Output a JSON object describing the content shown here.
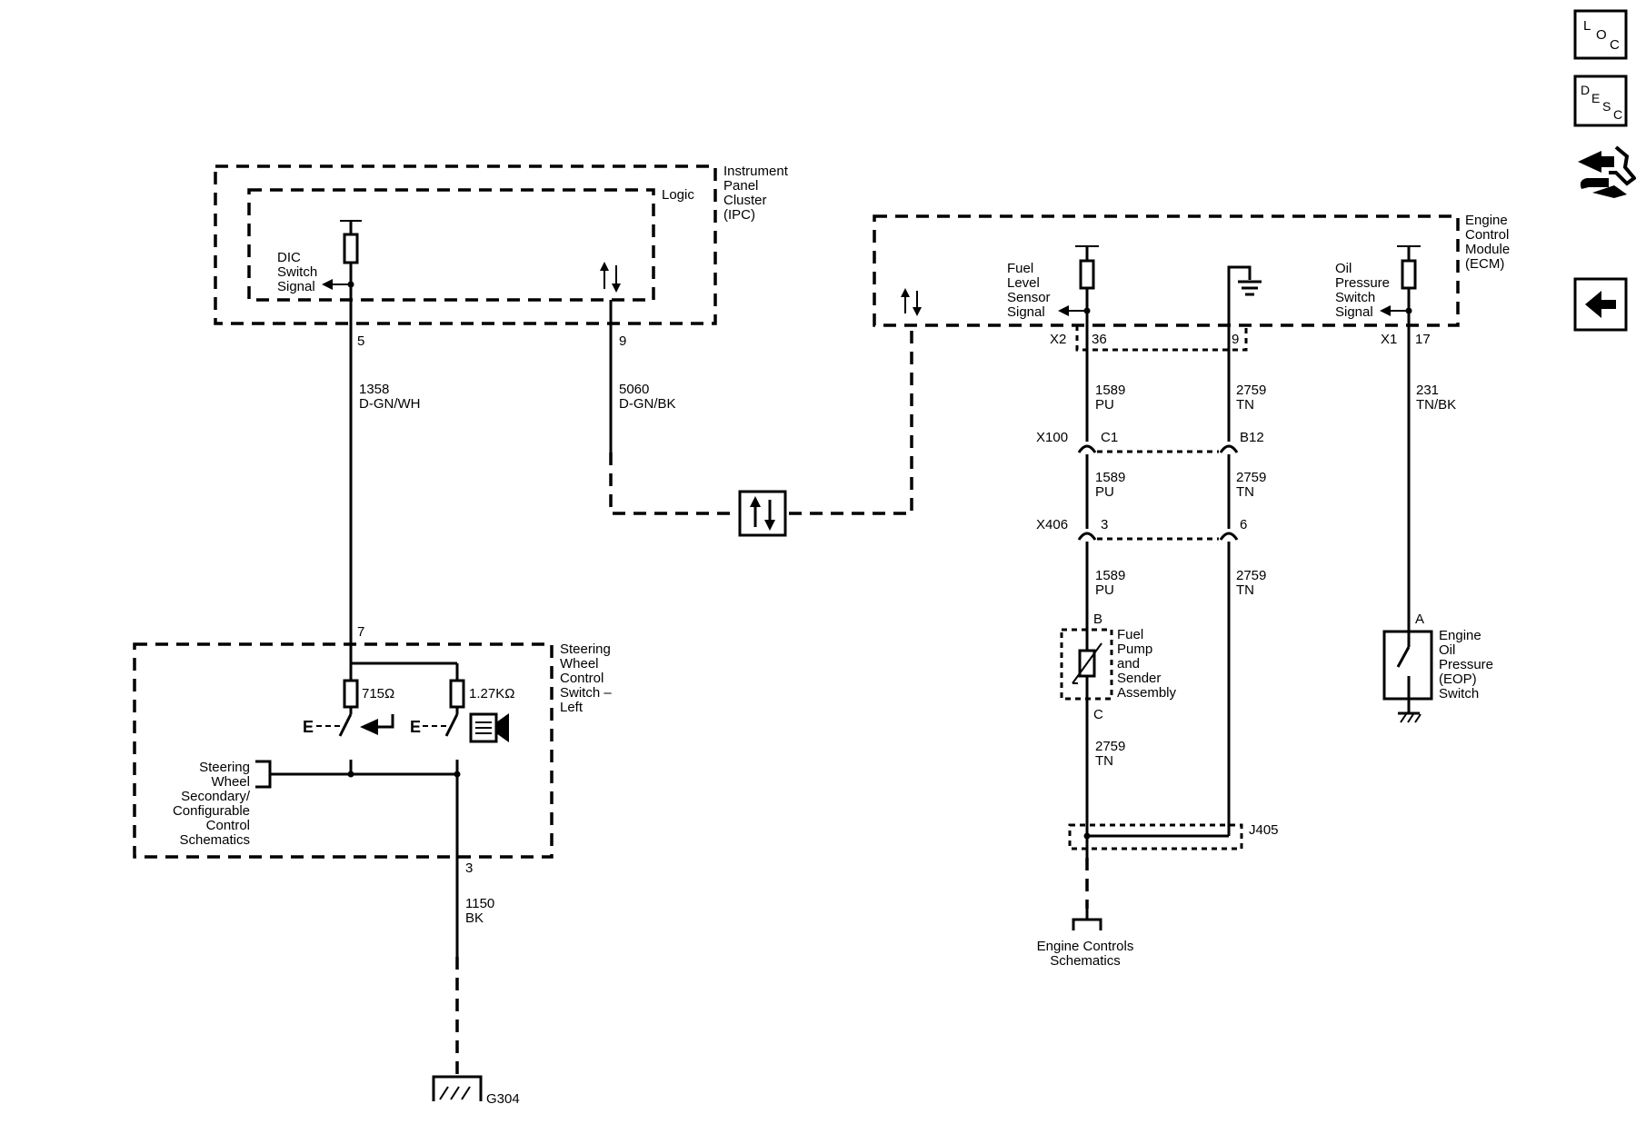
{
  "ipc": {
    "name": [
      "Instrument",
      "Panel",
      "Cluster",
      "(IPC)"
    ],
    "logic": "Logic",
    "signal": [
      "DIC",
      "Switch",
      "Signal"
    ],
    "pin_a": "5",
    "pin_b": "9",
    "wire_a": {
      "circuit": "1358",
      "color": "D-GN/WH"
    },
    "wire_b": {
      "circuit": "5060",
      "color": "D-GN/BK"
    }
  },
  "swc": {
    "name": [
      "Steering",
      "Wheel",
      "Control",
      "Switch –",
      "Left"
    ],
    "pin_top": "7",
    "pin_bottom": "3",
    "r1": "715Ω",
    "r2": "1.27KΩ",
    "e1": "E",
    "e2": "E",
    "secondary": [
      "Steering",
      "Wheel",
      "Secondary/",
      "Configurable",
      "Control",
      "Schematics"
    ],
    "ground_wire": {
      "circuit": "1150",
      "color": "BK"
    },
    "ground": "G304"
  },
  "ecm": {
    "name": [
      "Engine",
      "Control",
      "Module",
      "(ECM)"
    ],
    "fuel_signal": [
      "Fuel",
      "Level",
      "Sensor",
      "Signal"
    ],
    "oil_signal": [
      "Oil",
      "Pressure",
      "Switch",
      "Signal"
    ],
    "conn_x2": "X2",
    "pin_36": "36",
    "pin_9": "9",
    "conn_x1": "X1",
    "pin_17": "17"
  },
  "wires": {
    "pu": {
      "circuit": "1589",
      "color": "PU"
    },
    "tn": {
      "circuit": "2759",
      "color": "TN"
    },
    "oil": {
      "circuit": "231",
      "color": "TN/BK"
    }
  },
  "connectors": {
    "x100": "X100",
    "x100_c1": "C1",
    "x100_b12": "B12",
    "x406": "X406",
    "x406_3": "3",
    "x406_6": "6",
    "j405": "J405"
  },
  "fuel_pump": {
    "name": [
      "Fuel",
      "Pump",
      "and",
      "Sender",
      "Assembly"
    ],
    "pin_b": "B",
    "pin_c": "C"
  },
  "eop": {
    "name": [
      "Engine",
      "Oil",
      "Pressure",
      "(EOP)",
      "Switch"
    ],
    "pin_a": "A"
  },
  "engine_controls": [
    "Engine Controls",
    "Schematics"
  ],
  "nav": {
    "loc": [
      "L",
      "O",
      "C"
    ],
    "desc": [
      "D",
      "E",
      "S",
      "C"
    ]
  }
}
